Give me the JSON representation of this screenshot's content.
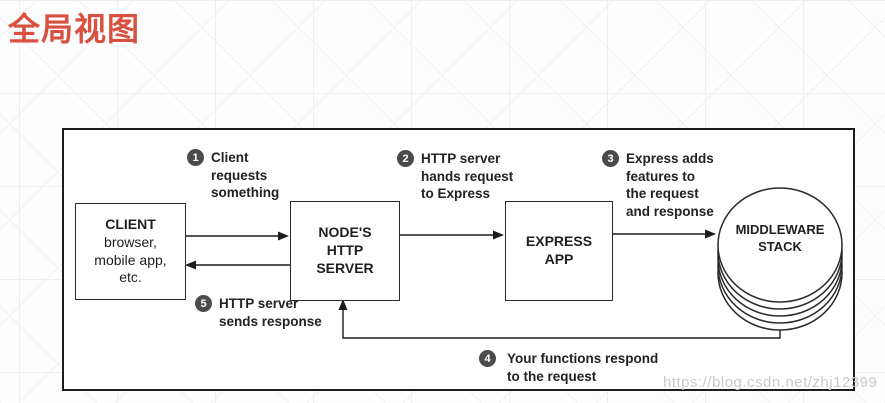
{
  "page": {
    "title": "全局视图",
    "watermark": "https://blog.csdn.net/zhj12399"
  },
  "colors": {
    "title_red": "#d8503f",
    "diagram_line": "#2a2a2a",
    "badge_fill": "#4b4b4b",
    "text": "#1f1f1f"
  },
  "diagram": {
    "nodes": {
      "client": {
        "title": "CLIENT",
        "subtitle": "browser,\nmobile app,\netc."
      },
      "node_server": {
        "title": "NODE'S\nHTTP\nSERVER"
      },
      "express": {
        "title": "EXPRESS\nAPP"
      },
      "middleware": {
        "title": "MIDDLEWARE\nSTACK"
      }
    },
    "annotations": {
      "a1": {
        "num": "1",
        "text": "Client\nrequests\nsomething"
      },
      "a2": {
        "num": "2",
        "text": "HTTP server\nhands request\nto Express"
      },
      "a3": {
        "num": "3",
        "text": "Express adds\nfeatures to\nthe request\nand response"
      },
      "a4": {
        "num": "4",
        "text": "Your functions respond\nto the request"
      },
      "a5": {
        "num": "5",
        "text": "HTTP server\nsends response"
      }
    }
  }
}
